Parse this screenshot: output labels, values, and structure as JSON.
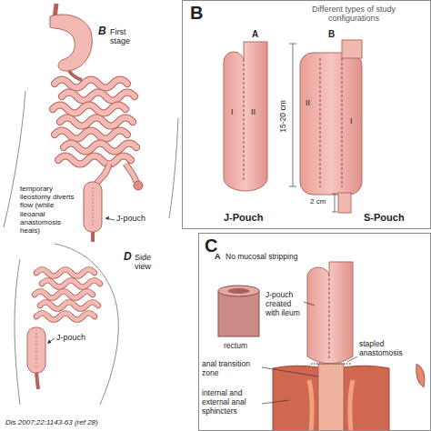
{
  "diagram": {
    "nodes": [
      {
        "text": [
          "B",
          "Different types of study configurations"
        ]
      },
      {
        "text": [
          "C"
        ]
      }
    ],
    "labels": [
      "B",
      "First stage",
      "temporary ileostomy diverts flow (while ileoanal anastomosis heals)",
      "J-pouch",
      "D",
      "Side view",
      "J-pouch",
      "Dis 2007;22:1143-63 (ref 28)",
      "A",
      "B",
      "I",
      "II",
      "II",
      "I",
      "15-20 cm",
      "2 cm",
      "J-Pouch",
      "S-Pouch",
      "A",
      "No mucosal stripping",
      "rectum",
      "J-pouch created with ileum",
      "anal transition zone",
      "stapled anastomosis",
      "internal and external anal sphincters"
    ]
  }
}
